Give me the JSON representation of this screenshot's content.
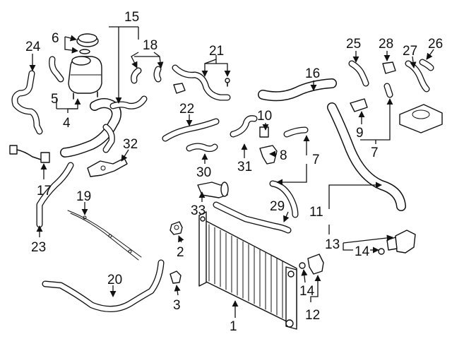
{
  "callouts": {
    "c1": "1",
    "c2": "2",
    "c3": "3",
    "c4": "4",
    "c5": "5",
    "c6": "6",
    "c7a": "7",
    "c7b": "7",
    "c8": "8",
    "c9": "9",
    "c10": "10",
    "c11": "11",
    "c12": "12",
    "c13": "13",
    "c14a": "14",
    "c14b": "14",
    "c15": "15",
    "c16": "16",
    "c17": "17",
    "c18": "18",
    "c19": "19",
    "c20": "20",
    "c21": "21",
    "c22": "22",
    "c23": "23",
    "c24": "24",
    "c25": "25",
    "c26": "26",
    "c27": "27",
    "c28": "28",
    "c29": "29",
    "c30": "30",
    "c31": "31",
    "c32": "32",
    "c33": "33"
  }
}
